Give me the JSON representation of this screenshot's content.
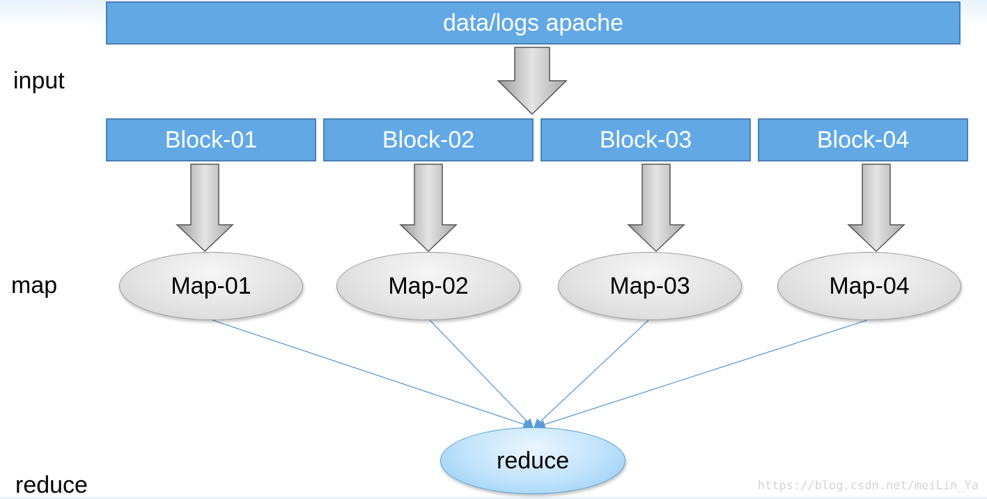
{
  "stages": {
    "input": "input",
    "map": "map",
    "reduce": "reduce"
  },
  "source": "data/logs apache",
  "blocks": [
    "Block-01",
    "Block-02",
    "Block-03",
    "Block-04"
  ],
  "maps": [
    "Map-01",
    "Map-02",
    "Map-03",
    "Map-04"
  ],
  "reduce": "reduce",
  "watermark": "https://blog.csdn.net/meiLin_Ya",
  "colors": {
    "box_fill": "#62a8e5",
    "box_border": "#4a7fb5",
    "arrow_fill": "#bfbfbf",
    "connector": "#5b9bd5",
    "reduce_fill": "#bfe2fb"
  }
}
